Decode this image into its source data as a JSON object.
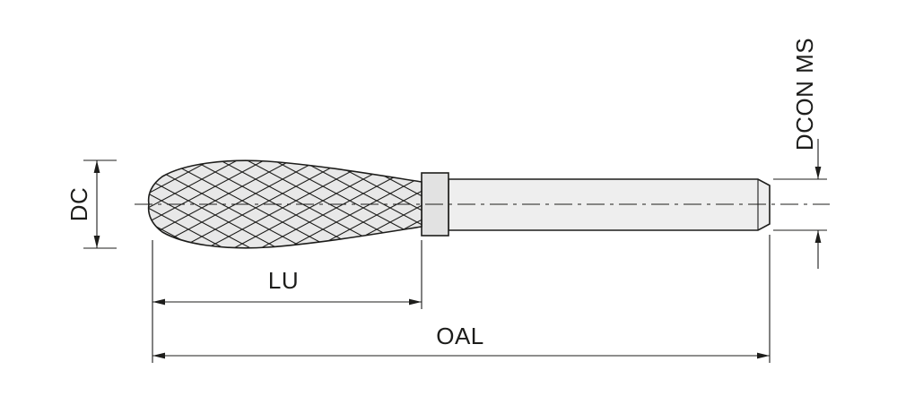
{
  "diagram": {
    "type": "technical-dimension-drawing",
    "subject": "rotary-burr-flame-shape",
    "labels": {
      "dc": "DC",
      "lu": "LU",
      "oal": "OAL",
      "dcon_ms": "DCON MS"
    },
    "colors": {
      "line": "#1d1d1b",
      "background": "#ffffff",
      "head_fill": "#e8e8e8",
      "collar_fill": "#e2e2e2",
      "shank_fill": "#eeeeee"
    }
  }
}
